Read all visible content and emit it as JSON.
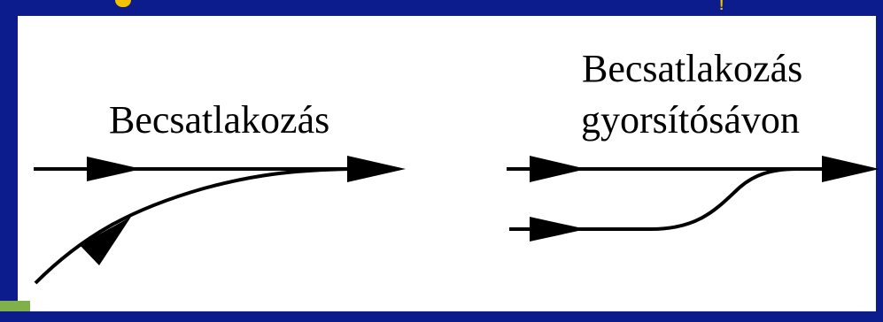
{
  "diagram": {
    "left_label": "Becsatlakozás",
    "right_label_line1": "Becsatlakozás",
    "right_label_line2": "gyorsítósávon"
  },
  "colors": {
    "background": "#ffffff",
    "frame": "#0d1c8c",
    "accent_green": "#7fb04a",
    "accent_yellow": "#f2c200",
    "line": "#000000"
  }
}
